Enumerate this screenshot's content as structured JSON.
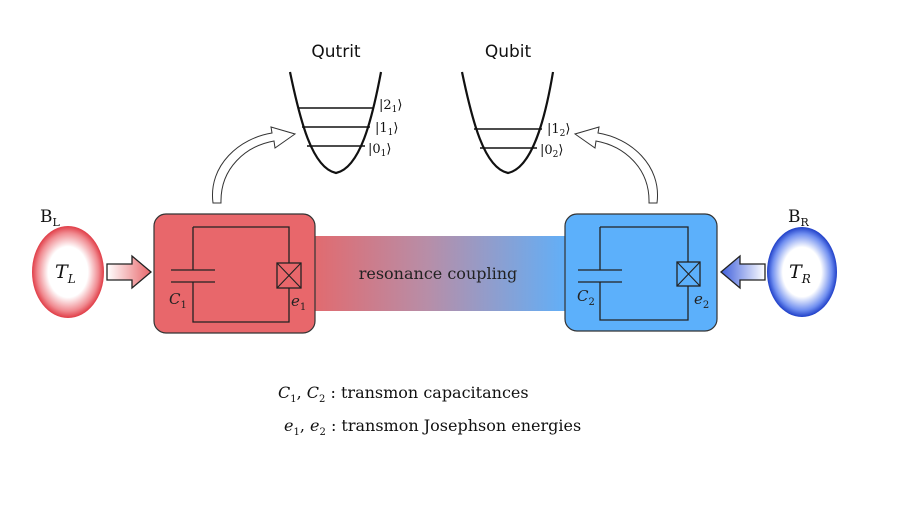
{
  "wells": {
    "left_title": "Qutrit",
    "right_title": "Qubit",
    "left_levels": [
      "|2",
      "|1",
      "|0"
    ],
    "left_level_subs": [
      "1",
      "1",
      "1"
    ],
    "right_levels": [
      "|1",
      "|0"
    ],
    "right_level_subs": [
      "2",
      "2"
    ]
  },
  "baths": {
    "left": {
      "label_main": "B",
      "label_sub": "L",
      "temp_main": "T",
      "temp_sub": "L",
      "color": "#e8474f"
    },
    "right": {
      "label_main": "B",
      "label_sub": "R",
      "temp_main": "T",
      "temp_sub": "R",
      "color": "#2b4fd6"
    }
  },
  "circuits": {
    "left": {
      "cap_main": "C",
      "cap_sub": "1",
      "jj_main": "e",
      "jj_sub": "1",
      "color": "#e8676b"
    },
    "right": {
      "cap_main": "C",
      "cap_sub": "2",
      "jj_main": "e",
      "jj_sub": "2",
      "color": "#5cb0fb"
    }
  },
  "coupling_label": "resonance coupling",
  "legend": {
    "line1": {
      "var1": "C",
      "sub1": "1",
      "sep": ", ",
      "var2": "C",
      "sub2": "2",
      "text": " : transmon capacitances"
    },
    "line2": {
      "var1": "e",
      "sub1": "1",
      "sep": ", ",
      "var2": "e",
      "sub2": "2",
      "text": " : transmon Josephson energies"
    }
  }
}
